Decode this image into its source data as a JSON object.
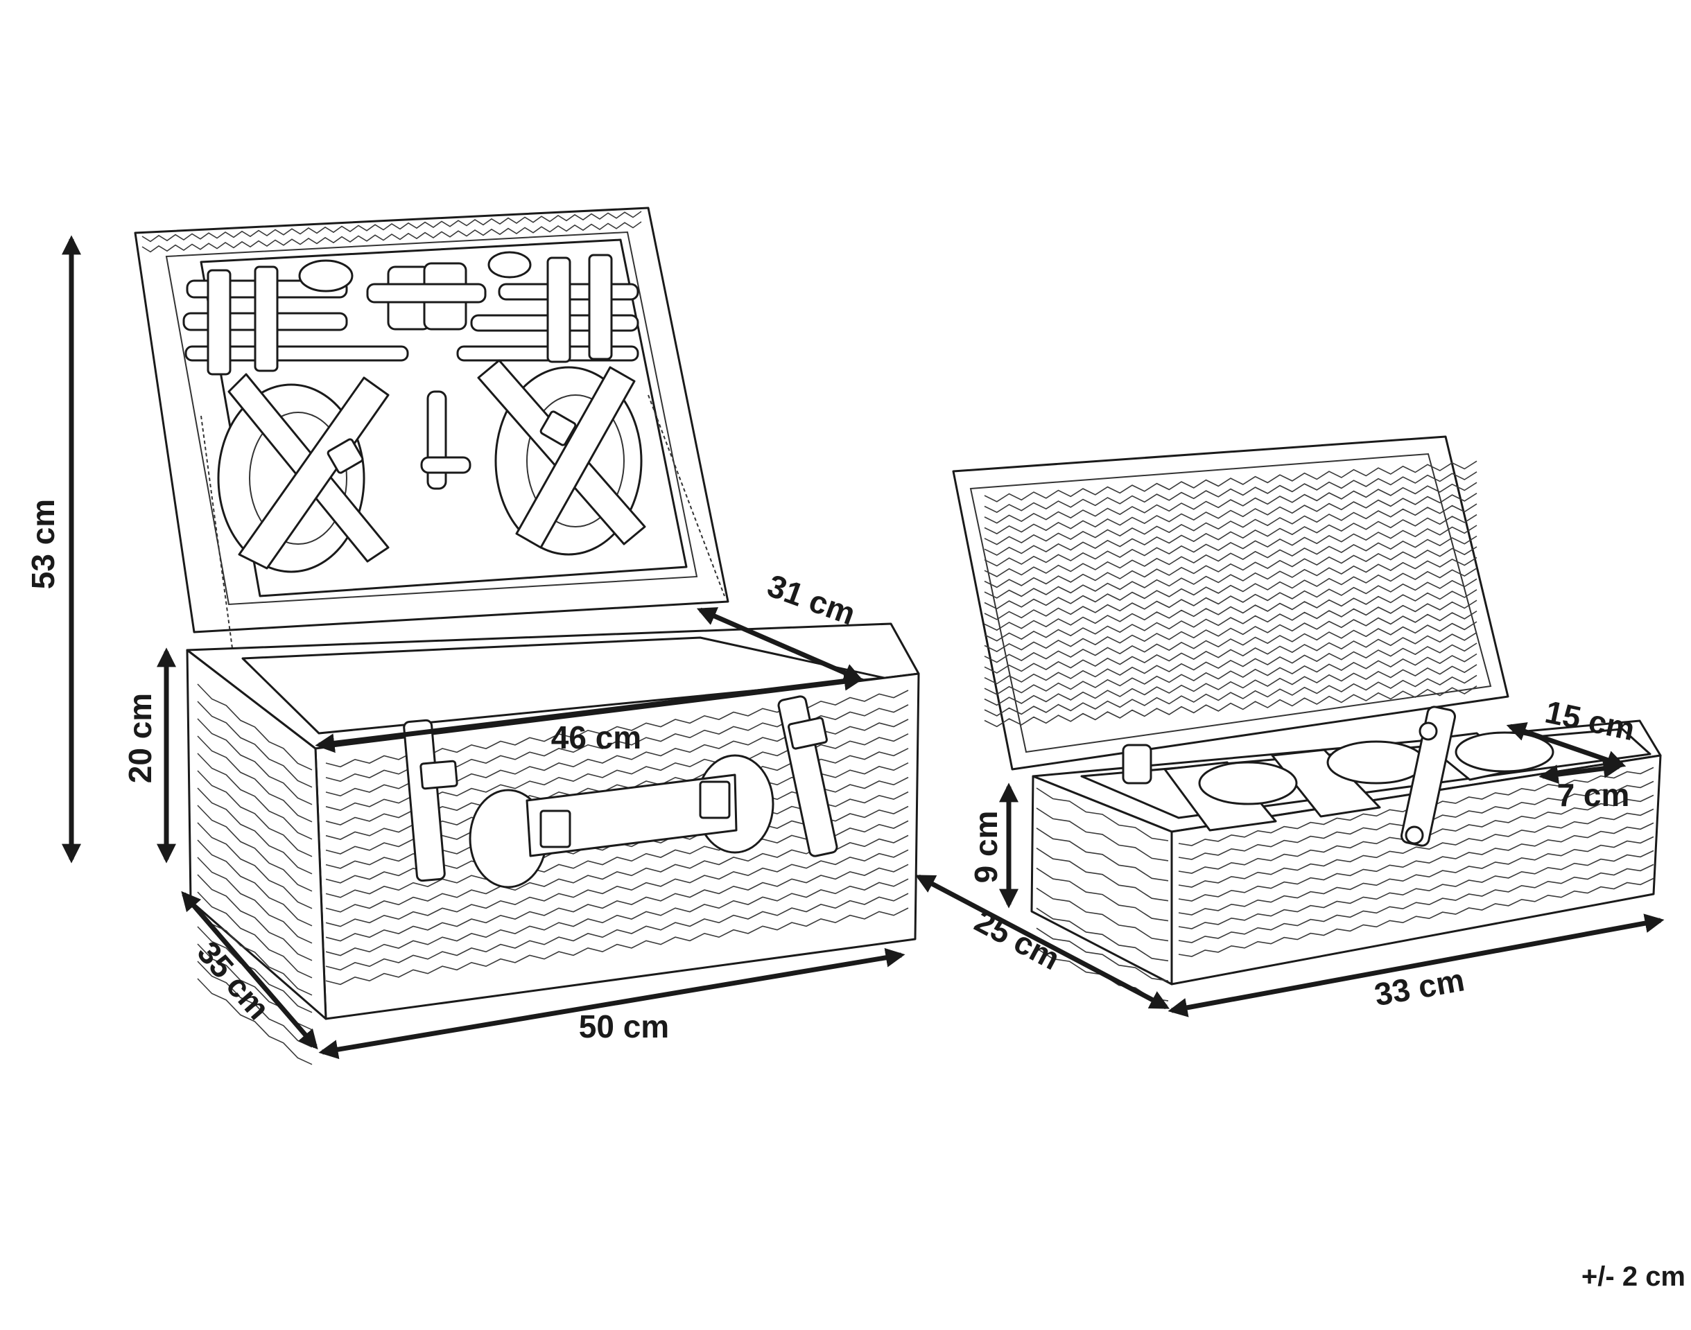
{
  "dimensions": {
    "large_height_total": "53 cm",
    "large_height_body": "20 cm",
    "large_depth": "35 cm",
    "large_width": "50 cm",
    "large_inner_width": "46 cm",
    "large_inner_depth": "31 cm",
    "small_height": "9 cm",
    "small_depth": "25 cm",
    "small_width": "33 cm",
    "small_comp_length": "15 cm",
    "small_comp_width": "7 cm"
  },
  "tolerance": "+/- 2 cm"
}
